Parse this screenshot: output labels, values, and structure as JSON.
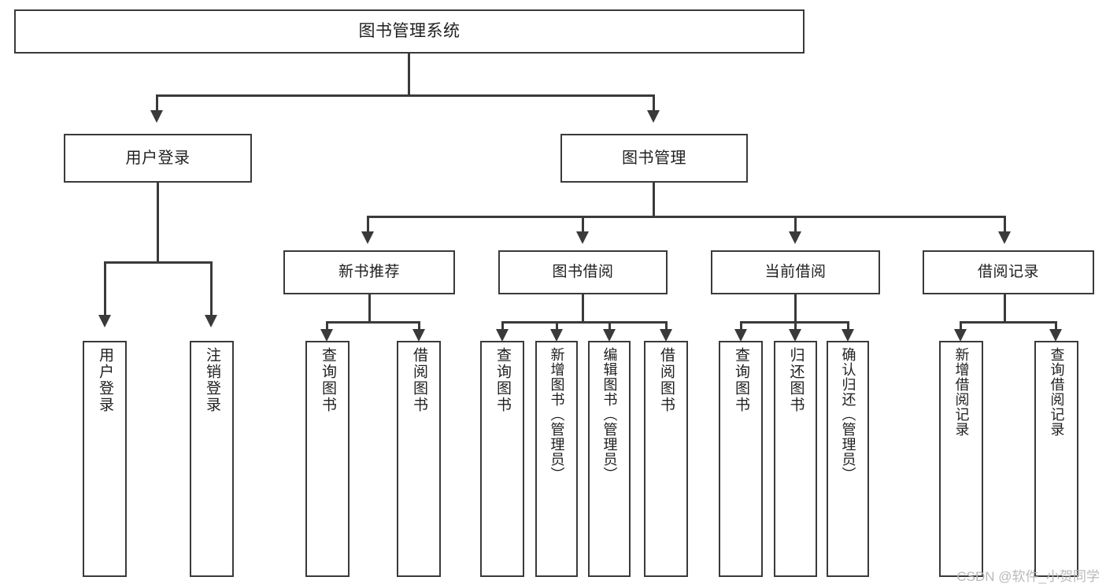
{
  "diagram": {
    "title": "图书管理系统",
    "type": "hierarchy-tree",
    "root": {
      "label": "图书管理系统"
    },
    "level1": [
      {
        "label": "用户登录"
      },
      {
        "label": "图书管理"
      }
    ],
    "level2": [
      {
        "label": "新书推荐"
      },
      {
        "label": "图书借阅"
      },
      {
        "label": "当前借阅"
      },
      {
        "label": "借阅记录"
      }
    ],
    "leaves": {
      "user_login": [
        {
          "label": "用户登录"
        },
        {
          "label": "注销登录"
        }
      ],
      "new_book_recommend": [
        {
          "label": "查询图书"
        },
        {
          "label": "借阅图书"
        }
      ],
      "book_borrow": [
        {
          "label": "查询图书"
        },
        {
          "label": "新增图书（管理员）"
        },
        {
          "label": "编辑图书（管理员）"
        },
        {
          "label": "借阅图书"
        }
      ],
      "current_borrow": [
        {
          "label": "查询图书"
        },
        {
          "label": "归还图书"
        },
        {
          "label": "确认归还（管理员）"
        }
      ],
      "borrow_record": [
        {
          "label": "新增借阅记录"
        },
        {
          "label": "查询借阅记录"
        }
      ]
    }
  },
  "watermark": {
    "text": "CSDN @软件_小贺同学"
  },
  "colors": {
    "stroke": "#3a3a3a",
    "fill": "#ffffff",
    "text": "#1f1f1f",
    "watermark": "#b9b9b9"
  }
}
